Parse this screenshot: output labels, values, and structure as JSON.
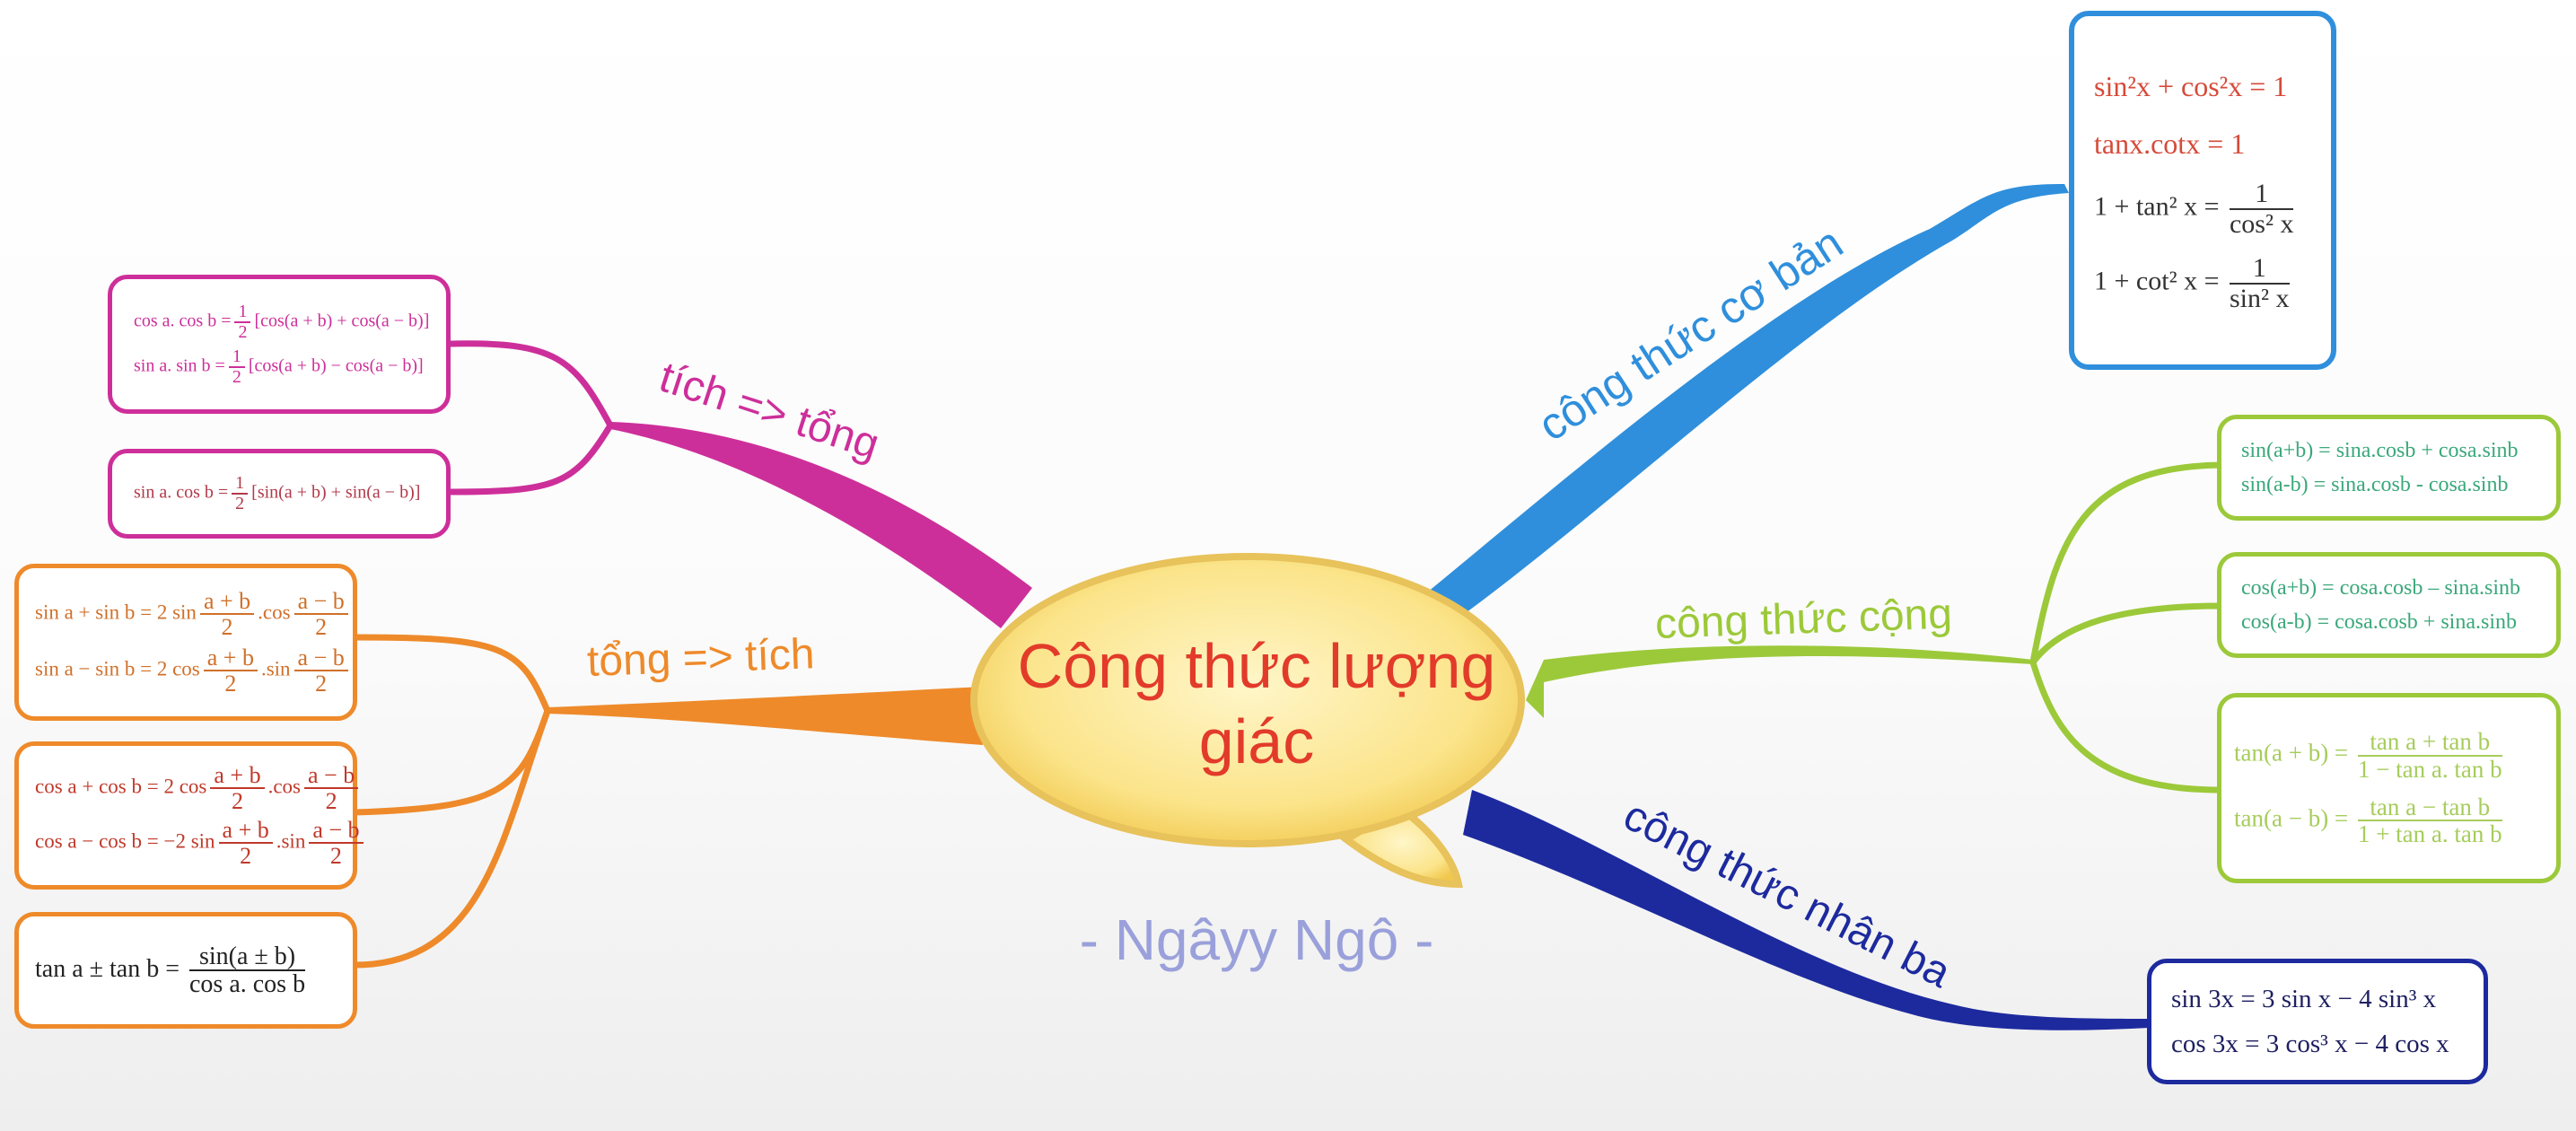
{
  "center": {
    "title": "Công thức lượng giác"
  },
  "author": "- Ngâyy Ngô -",
  "colors": {
    "basic": "#2f8fdc",
    "addition": "#9cc93a",
    "triple": "#1d2a9e",
    "sum_product": "#ee8a2a",
    "product_sum": "#cd2f9a",
    "center_text": "#e23b2a"
  },
  "branches": {
    "basic": {
      "label": "công thức cơ bản",
      "lines": [
        "sin²x + cos²x = 1",
        "tanx.cotx = 1"
      ],
      "frac1": {
        "lead": "1 + tan² x =",
        "num": "1",
        "den": "cos² x"
      },
      "frac2": {
        "lead": "1 + cot² x =",
        "num": "1",
        "den": "sin² x"
      }
    },
    "addition": {
      "label": "công thức cộng",
      "sin_lines": [
        "sin(a+b) = sina.cosb + cosa.sinb",
        "sin(a-b) = sina.cosb - cosa.sinb"
      ],
      "cos_lines": [
        "cos(a+b) = cosa.cosb – sina.sinb",
        "cos(a-b) = cosa.cosb + sina.sinb"
      ],
      "tan1": {
        "lead": "tan(a + b) =",
        "num": "tan a + tan b",
        "den": "1 − tan a. tan b"
      },
      "tan2": {
        "lead": "tan(a − b) =",
        "num": "tan a − tan b",
        "den": "1 + tan a. tan b"
      }
    },
    "triple": {
      "label": "công thức nhân ba",
      "lines": [
        "sin 3x = 3 sin x − 4 sin³ x",
        "cos 3x = 3 cos³ x − 4 cos x"
      ]
    },
    "sum_to_product": {
      "label": "tổng => tích",
      "sin_sum": {
        "lead": "sin a + sin b = 2 sin",
        "n1": "a + b",
        "d1": "2",
        "mid": ".cos",
        "n2": "a − b",
        "d2": "2"
      },
      "sin_diff": {
        "lead": "sin a − sin b = 2 cos",
        "n1": "a + b",
        "d1": "2",
        "mid": ".sin",
        "n2": "a − b",
        "d2": "2"
      },
      "cos_sum": {
        "lead": "cos a + cos b = 2 cos",
        "n1": "a + b",
        "d1": "2",
        "mid": ".cos",
        "n2": "a − b",
        "d2": "2"
      },
      "cos_diff": {
        "lead": "cos a − cos b = −2 sin",
        "n1": "a + b",
        "d1": "2",
        "mid": ".sin",
        "n2": "a − b",
        "d2": "2"
      },
      "tan": {
        "lead": "tan a ± tan b =",
        "num": "sin(a ± b)",
        "den": "cos a. cos b"
      }
    },
    "product_to_sum": {
      "label": "tích => tổng",
      "cos_cos": {
        "lead": "cos a. cos b =",
        "num": "1",
        "den": "2",
        "tail": "[cos(a + b) + cos(a − b)]"
      },
      "sin_sin": {
        "lead": "sin a. sin b =",
        "num": "1",
        "den": "2",
        "tail": "[cos(a + b) − cos(a − b)]"
      },
      "sin_cos": {
        "lead": "sin a. cos b =",
        "num": "1",
        "den": "2",
        "tail": "[sin(a + b) + sin(a − b)]"
      }
    }
  }
}
